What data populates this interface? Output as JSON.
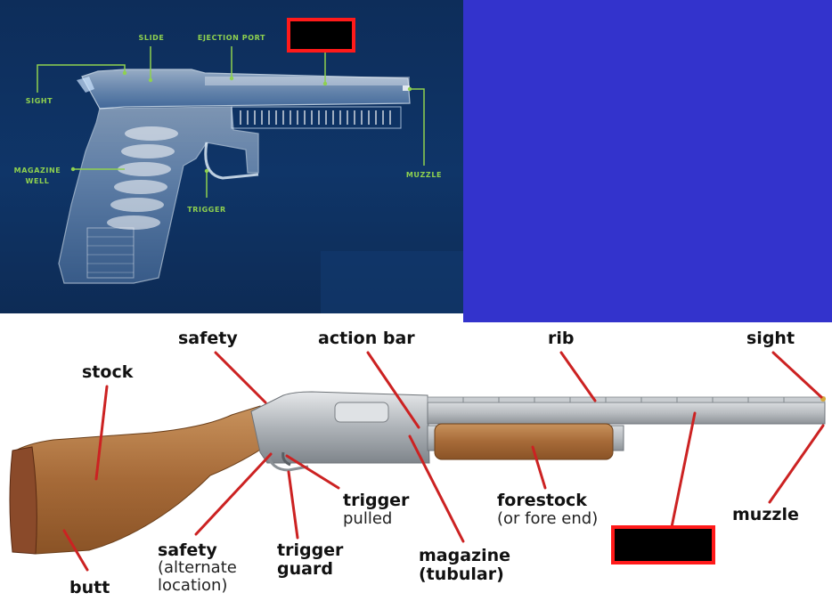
{
  "pistol": {
    "labels": {
      "slide": "SLIDE",
      "ejection_port": "EJECTION PORT",
      "sight": "SIGHT",
      "magazine_well_1": "MAGAZINE",
      "magazine_well_2": "WELL",
      "trigger": "TRIGGER",
      "muzzle": "MUZZLE"
    },
    "label_color": "#8fd14f",
    "background": "#0f3568"
  },
  "shotgun": {
    "labels": {
      "safety": "safety",
      "action_bar": "action bar",
      "rib": "rib",
      "sight": "sight",
      "stock": "stock",
      "trigger_1": "trigger",
      "trigger_2": "pulled",
      "forestock_1": "forestock",
      "forestock_2": "(or fore end)",
      "muzzle": "muzzle",
      "safety_alt_1": "safety",
      "safety_alt_2": "(alternate",
      "safety_alt_3": "location)",
      "trigger_guard_1": "trigger",
      "trigger_guard_2": "guard",
      "magazine_1": "magazine",
      "magazine_2": "(tubular)",
      "butt": "butt"
    },
    "leader_color": "#cc2222"
  },
  "redactions": [
    "redacted-box",
    "redacted-box"
  ],
  "accent_block_color": "#3333cc"
}
